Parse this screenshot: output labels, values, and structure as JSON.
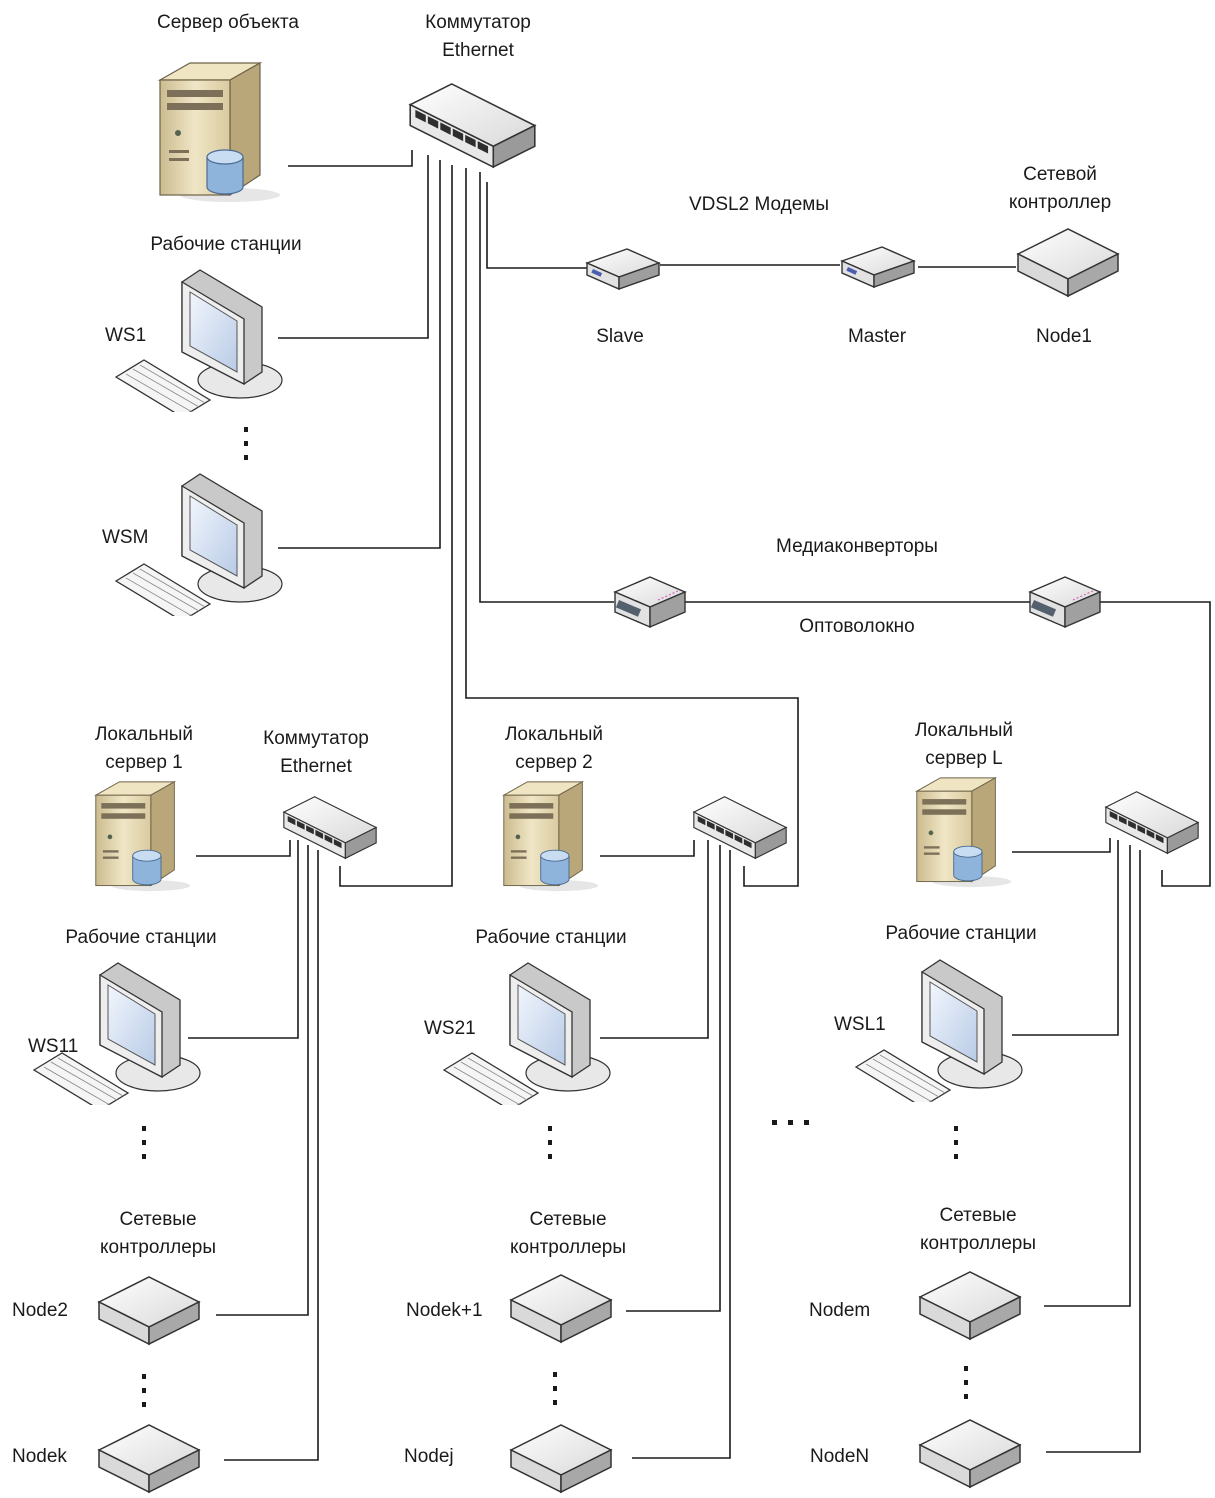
{
  "labels": {
    "main_server": "Сервер объекта",
    "main_switch_1": "Коммутатор",
    "main_switch_2": "Ethernet",
    "workstations_top": "Рабочие станции",
    "ws1": "WS1",
    "wsm": "WSM",
    "vdsl": "VDSL2 Модемы",
    "slave": "Slave",
    "master": "Master",
    "netctrl_1": "Сетевой",
    "netctrl_2": "контроллер",
    "node1": "Node1",
    "mediaconv": "Медиаконверторы",
    "fiber": "Оптоволокно",
    "local1_1": "Локальный",
    "local1_2": "сервер 1",
    "switch1_1": "Коммутатор",
    "switch1_2": "Ethernet",
    "local2_1": "Локальный",
    "local2_2": "сервер 2",
    "localL_1": "Локальный",
    "localL_2": "сервер L",
    "ws_label_1": "Рабочие станции",
    "ws_label_2": "Рабочие станции",
    "ws_label_3": "Рабочие станции",
    "ws11": "WS11",
    "ws21": "WS21",
    "wsl1": "WSL1",
    "ctrls_1a": "Сетевые",
    "ctrls_1b": "контроллеры",
    "ctrls_2a": "Сетевые",
    "ctrls_2b": "контроллеры",
    "ctrls_3a": "Сетевые",
    "ctrls_3b": "контроллеры",
    "node2": "Node2",
    "nodek": "Nodek",
    "nodek1": "Nodek+1",
    "nodej": "Nodej",
    "nodem": "Nodem",
    "nodeN": "NodeN"
  },
  "icons": {
    "server": "server-tower-with-database-icon",
    "switch": "ethernet-switch-icon",
    "workstation": "monitor-keyboard-icon",
    "modem": "vdsl-modem-icon",
    "mediaconverter": "media-converter-icon",
    "controller": "network-controller-icon"
  },
  "colors": {
    "line": "#1a1a1a",
    "server_body": "#e8dcb6",
    "server_shade": "#b9a77a",
    "database": "#8fb4dc",
    "screen": "#d6e4f7",
    "device_top": "#f4f4f4",
    "device_side": "#bdbdbd"
  }
}
